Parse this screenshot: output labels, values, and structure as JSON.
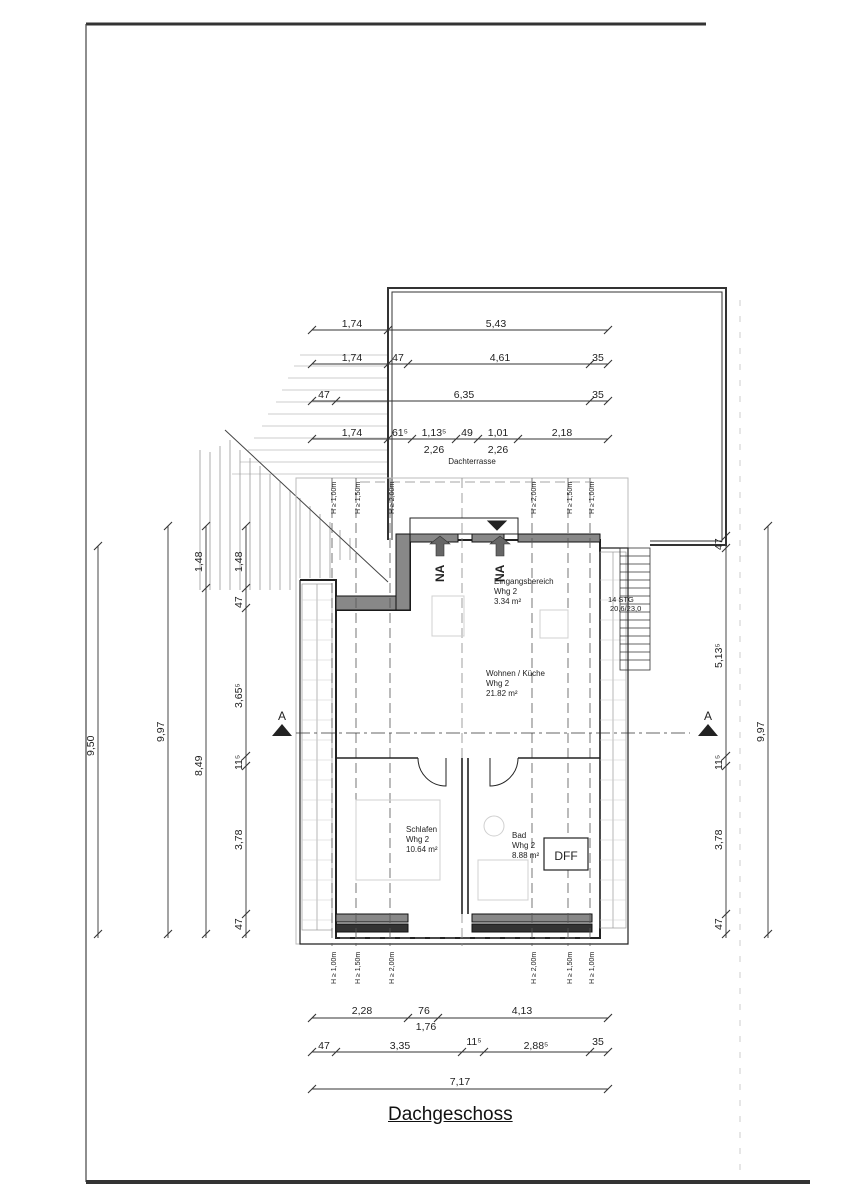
{
  "title": "Dachgeschoss",
  "terrace_label": "Dachterrasse",
  "rooms": [
    {
      "name": "Eingangsbereich",
      "unit": "Whg 2",
      "area": "3.34 m²"
    },
    {
      "name": "Wohnen / Küche",
      "unit": "Whg 2",
      "area": "21.82 m²"
    },
    {
      "name": "Schlafen",
      "unit": "Whg 2",
      "area": "10.64 m²"
    },
    {
      "name": "Bad",
      "unit": "Whg 2",
      "area": "8.88 m²"
    }
  ],
  "dff_label": "DFF",
  "na_label": "NA",
  "section_label": "A",
  "stair_label": {
    "line1": "14 STG",
    "line2": "20,6/23,0"
  },
  "height_labels": [
    "H ≥ 1,00m",
    "H ≥ 1,50m",
    "H ≥ 2,00m"
  ],
  "top_dims": {
    "row1": [
      "1,74",
      "5,43"
    ],
    "row2": [
      "1,74",
      "47",
      "4,61",
      "35"
    ],
    "row3": [
      "47",
      "6,35",
      "35"
    ],
    "row4": [
      "1,74",
      "61⁵",
      "1,13⁵",
      "49",
      "1,01",
      "2,18"
    ],
    "row4b": [
      "2,26",
      "2,26"
    ]
  },
  "bottom_dims": {
    "row1": [
      "2,28",
      "76",
      "4,13"
    ],
    "row1b": [
      "1,76"
    ],
    "row2": [
      "47",
      "3,35",
      "11⁵",
      "2,88⁵",
      "35"
    ],
    "row3": [
      "7,17"
    ]
  },
  "left_dims": {
    "outer": [
      "9,50"
    ],
    "mid": [
      "9,97"
    ],
    "inner_a": [
      "1,48",
      "8,49"
    ],
    "inner_b": [
      "1,48",
      "47",
      "3,65⁵",
      "11⁵",
      "3,78",
      "47"
    ]
  },
  "right_dims": {
    "outer": [
      "9,97"
    ],
    "inner": [
      "47",
      "5,13⁵",
      "11⁵",
      "3,78",
      "47"
    ]
  }
}
